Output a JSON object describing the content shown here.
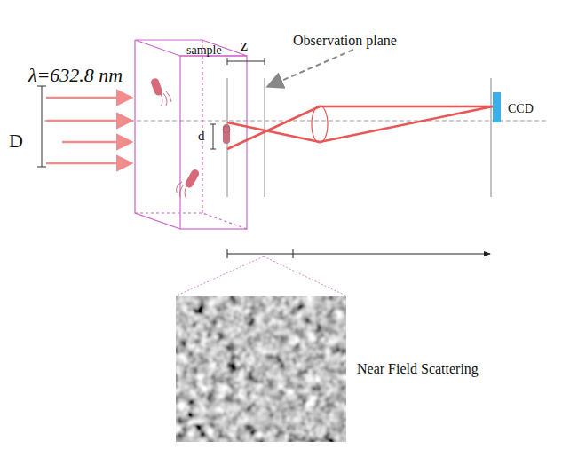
{
  "diagram": {
    "labels": [
      "λ=632.8 nm",
      "D",
      "sample",
      "z",
      "Observation plane",
      "d",
      "CCD",
      "Near Field Scattering"
    ]
  }
}
